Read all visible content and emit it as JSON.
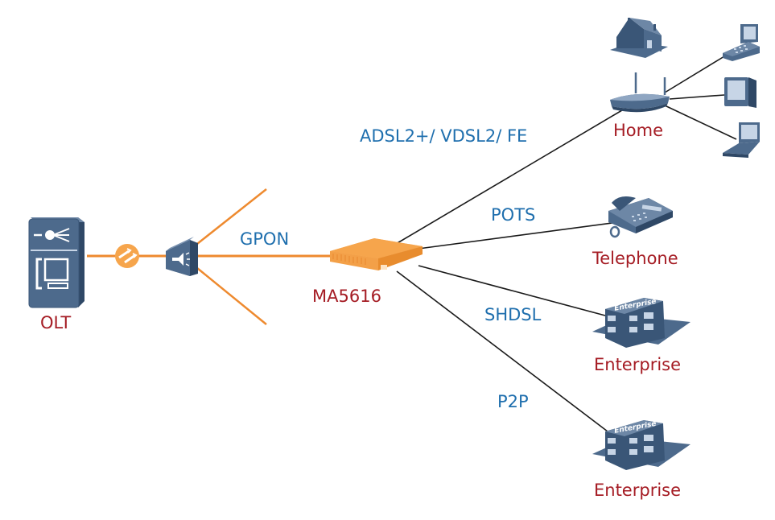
{
  "colors": {
    "fiber": "#ee8a2f",
    "copper": "#1a1a1a",
    "device_label": "#a51c24",
    "link_label": "#1f6fae",
    "device_blue": "#4d6a8c",
    "device_dark": "#2f4866",
    "device_light": "#c7d5e6",
    "ont_orange": "#f6a54c"
  },
  "nodes": {
    "olt": {
      "label": "OLT",
      "icon": "olt-icon"
    },
    "splitter": {
      "icon": "splitter-icon"
    },
    "connector": {
      "icon": "optical-connector-icon"
    },
    "ma5616": {
      "label": "MA5616",
      "icon": "onu-device-icon"
    },
    "home": {
      "label": "Home",
      "icon": "router-icon",
      "extra_icon": "house-icon",
      "devices": [
        "phone-fax-icon",
        "tv-icon",
        "laptop-icon"
      ]
    },
    "telephone": {
      "label": "Telephone",
      "icon": "telephone-icon"
    },
    "enterprise1": {
      "label": "Enterprise",
      "icon": "enterprise-building-icon",
      "building_text": "Enterprise"
    },
    "enterprise2": {
      "label": "Enterprise",
      "icon": "enterprise-building-icon",
      "building_text": "Enterprise"
    }
  },
  "links": {
    "gpon": "GPON",
    "adsl": "ADSL2+/ VDSL2/ FE",
    "pots": "POTS",
    "shdsl": "SHDSL",
    "p2p": "P2P"
  }
}
